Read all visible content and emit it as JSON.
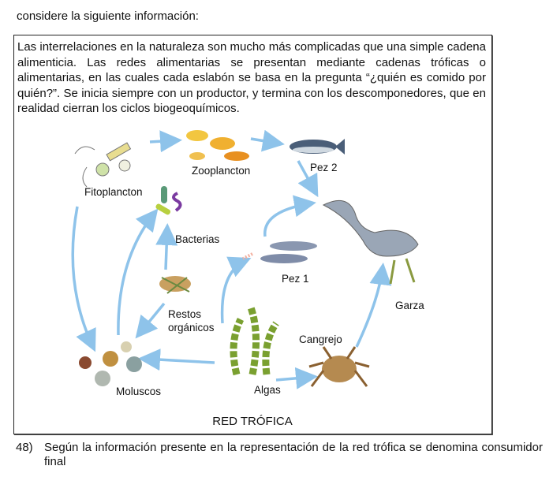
{
  "intro": "considere la siguiente información:",
  "paragraph": "Las interrelaciones en la naturaleza son mucho más complicadas que una simple cadena alimenticia. Las redes alimentarias se presentan mediante cadenas tróficas o alimentarias, en las cuales cada eslabón se basa en la pregunta “¿quién es comido por quién?”. Se inicia siempre con un productor, y termina con los descomponedores, que en realidad cierran los ciclos biogeoquímicos.",
  "diagram": {
    "labels": {
      "zooplancton": "Zooplancton",
      "pez2": "Pez 2",
      "fitoplancton": "Fitoplancton",
      "bacterias": "Bacterias",
      "pez1": "Pez 1",
      "garza": "Garza",
      "restos": "Restos orgánicos",
      "cangrejo": "Cangrejo",
      "moluscos": "Moluscos",
      "algas": "Algas"
    },
    "caption": "RED TRÓFICA",
    "arrow_color": "#8ec3ea"
  },
  "question": {
    "number": "48)",
    "text": "Según la información presente en la representación de la red trófica se denomina consumidor final"
  }
}
